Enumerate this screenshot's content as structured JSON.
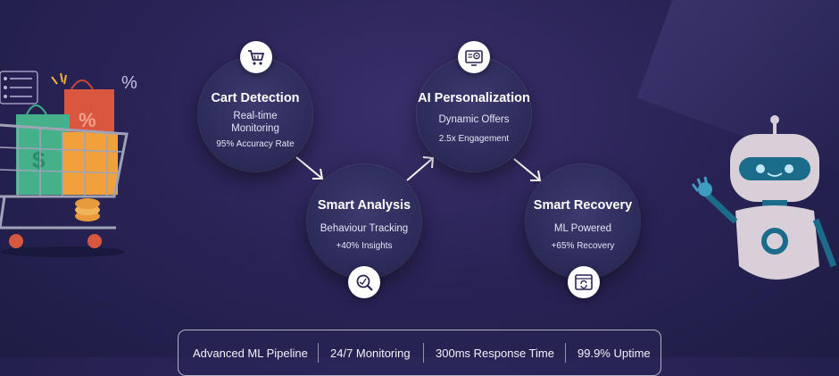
{
  "nodes": [
    {
      "title": "Cart Detection",
      "line1": "Real-time",
      "line2": "Monitoring",
      "stat": "95% Accuracy Rate",
      "icon": "shopping-cart-icon"
    },
    {
      "title": "Smart Analysis",
      "line1": "Behaviour Tracking",
      "stat": "+40% Insights",
      "icon": "magnifier-chart-icon"
    },
    {
      "title": "AI Personalization",
      "line1": "Dynamic Offers",
      "stat": "2.5x Engagement",
      "icon": "target-screen-icon"
    },
    {
      "title": "Smart Recovery",
      "line1": "ML Powered",
      "stat": "+65% Recovery",
      "icon": "refresh-window-icon"
    }
  ],
  "stats_bar": [
    "Advanced ML Pipeline",
    "24/7 Monitoring",
    "300ms Response Time",
    "99.9% Uptime"
  ],
  "decor": {
    "percent_symbol": "%"
  },
  "colors": {
    "background": "#2a2457",
    "node": "#2b2a58",
    "robot_body": "#d9cfd8",
    "robot_accent": "#1b6b8a"
  }
}
